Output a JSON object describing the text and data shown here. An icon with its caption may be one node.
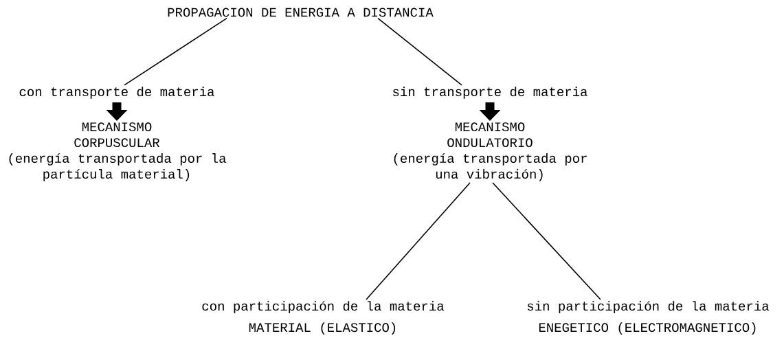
{
  "diagram": {
    "nodes": [
      {
        "text": [
          "PROPAGACION DE ENERGIA A DISTANCIA"
        ]
      },
      {
        "text": [
          "con transporte de materia"
        ]
      },
      {
        "text": [
          "MECANISMO CORPUSCULAR",
          "(energía transportada por la partícula material)"
        ]
      },
      {
        "text": [
          "sin transporte de materia"
        ]
      },
      {
        "text": [
          "MECANISMO ONDULATORIO",
          "(energía transportada por una vibración)"
        ]
      },
      {
        "text": [
          "con participación de la materia",
          "MATERIAL (ELASTICO)"
        ]
      },
      {
        "text": [
          "sin participación de la materia",
          "ENEGETICO (ELECTROMAGNETICO)"
        ]
      }
    ],
    "edges": [
      {
        "from": 0,
        "to": 1,
        "arrow": "none"
      },
      {
        "from": 0,
        "to": 3,
        "arrow": "none"
      },
      {
        "from": 1,
        "to": 2,
        "arrow": "to",
        "style": "thick"
      },
      {
        "from": 3,
        "to": 4,
        "arrow": "to",
        "style": "thick"
      },
      {
        "from": 4,
        "to": 5,
        "arrow": "none"
      },
      {
        "from": 4,
        "to": 6,
        "arrow": "none"
      }
    ]
  }
}
